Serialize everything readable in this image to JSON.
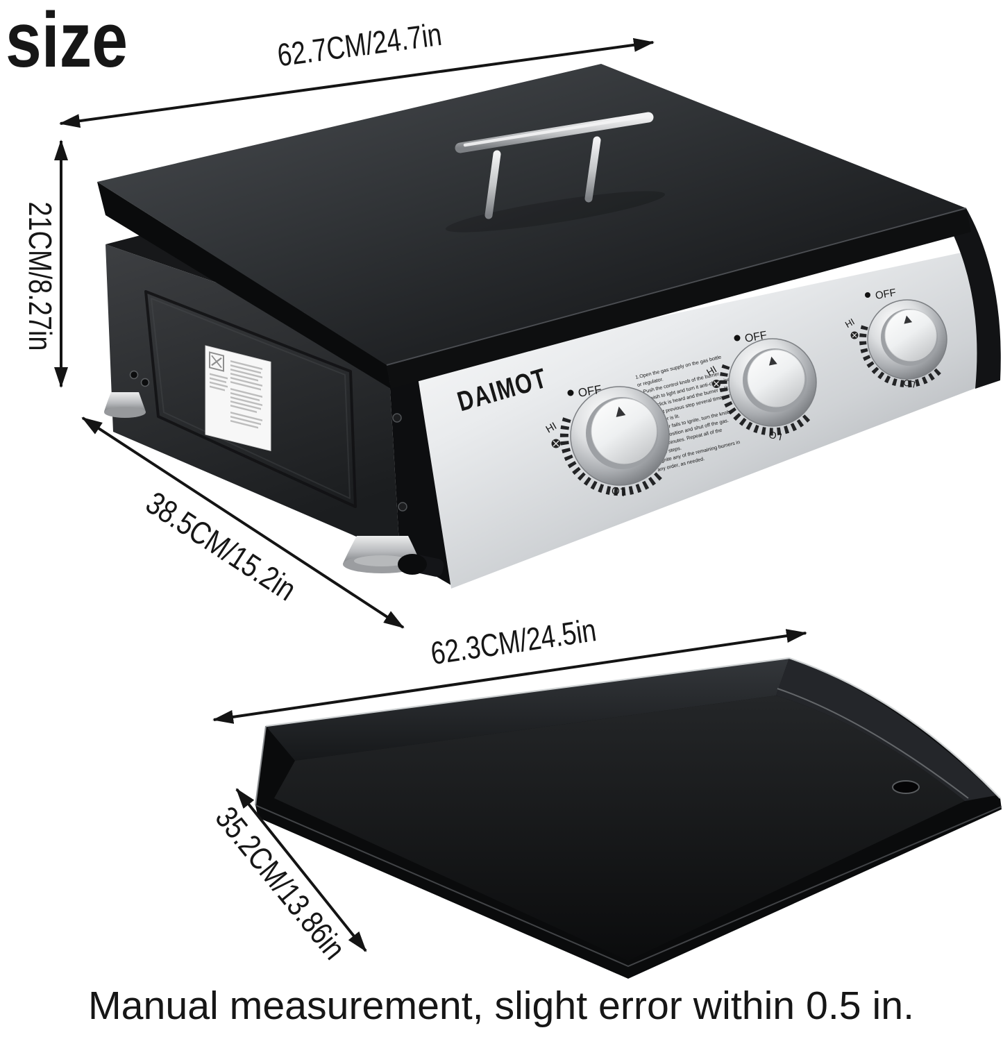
{
  "title": "size",
  "caption": "Manual measurement, slight error within 0.5 in.",
  "dimensions": {
    "grill_width": "62.7CM/24.7in",
    "grill_height": "21CM/8.27in",
    "grill_depth": "38.5CM/15.2in",
    "tray_width": "62.3CM/24.5in",
    "tray_depth": "35.2CM/13.86in"
  },
  "product": {
    "brand": "DAIMOT",
    "knob_labels": {
      "off": "OFF",
      "hi": "HI",
      "lo": "LO"
    },
    "instructions": [
      "1.Open the gas supply on the gas bottle",
      "or regulator.",
      "2.Push the control knob of the burner",
      "you wish to light and turn it anti-clockwise",
      "until a click is heard and the burner is lit.",
      "3.Repeat previous step several times until",
      "the burner is lit.",
      "4.If burner fails to ignite, turn the knob",
      "to OFF position and shut off the gas.",
      "Wait 5 minutes. Repeat all of the",
      "above steps.",
      "5.Ignite any of the remaining burners in",
      "any order, as needed."
    ]
  },
  "colors": {
    "ink": "#161616",
    "lid_dark": "#0f1012",
    "body_dark": "#1b1d1f",
    "panel_light": "#f5f6f7",
    "panel_dark": "#8f9296",
    "metal_light": "#e9eaeb"
  }
}
